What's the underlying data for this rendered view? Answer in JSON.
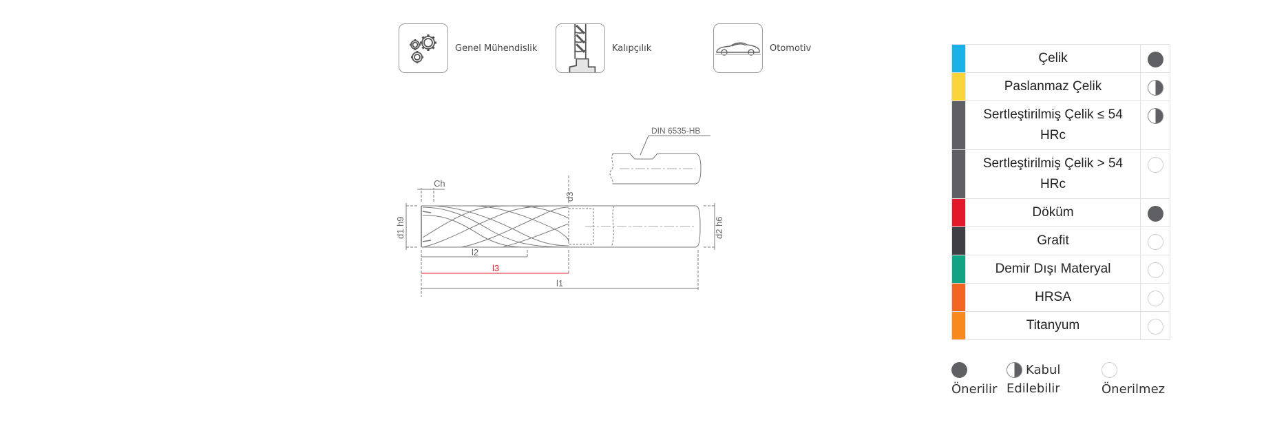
{
  "applications": [
    {
      "label": "Genel Mühendislik",
      "icon": "gears-icon"
    },
    {
      "label": "Kalıpçılık",
      "icon": "mold-drill-icon"
    },
    {
      "label": "Otomotiv",
      "icon": "car-icon"
    }
  ],
  "drawing": {
    "standard": "DIN 6535-HB",
    "labels": {
      "ch": "Ch",
      "d3": "d3",
      "d1": "d1 h9",
      "d2": "d2 h6",
      "l2": "l2",
      "l3": "l3",
      "l1": "l1"
    }
  },
  "materials": [
    {
      "name": "Çelik",
      "color": "#1ab2e6",
      "rating": "full"
    },
    {
      "name": "Paslanmaz Çelik",
      "color": "#fbd43a",
      "rating": "half"
    },
    {
      "name": "Sertleştirilmiş Çelik ≤ 54 HRc",
      "color": "#5f6064",
      "rating": "half"
    },
    {
      "name": "Sertleştirilmiş Çelik > 54 HRc",
      "color": "#5f6064",
      "rating": "none"
    },
    {
      "name": "Döküm",
      "color": "#e3182b",
      "rating": "full"
    },
    {
      "name": "Grafit",
      "color": "#3d3f44",
      "rating": "none"
    },
    {
      "name": "Demir Dışı Materyal",
      "color": "#12a384",
      "rating": "none"
    },
    {
      "name": "HRSA",
      "color": "#f26522",
      "rating": "none"
    },
    {
      "name": "Titanyum",
      "color": "#f7891f",
      "rating": "none"
    }
  ],
  "legend": {
    "recommended": "Önerilir",
    "acceptable": "Kabul Edilebilir",
    "not_recommended": "Önerilmez"
  }
}
